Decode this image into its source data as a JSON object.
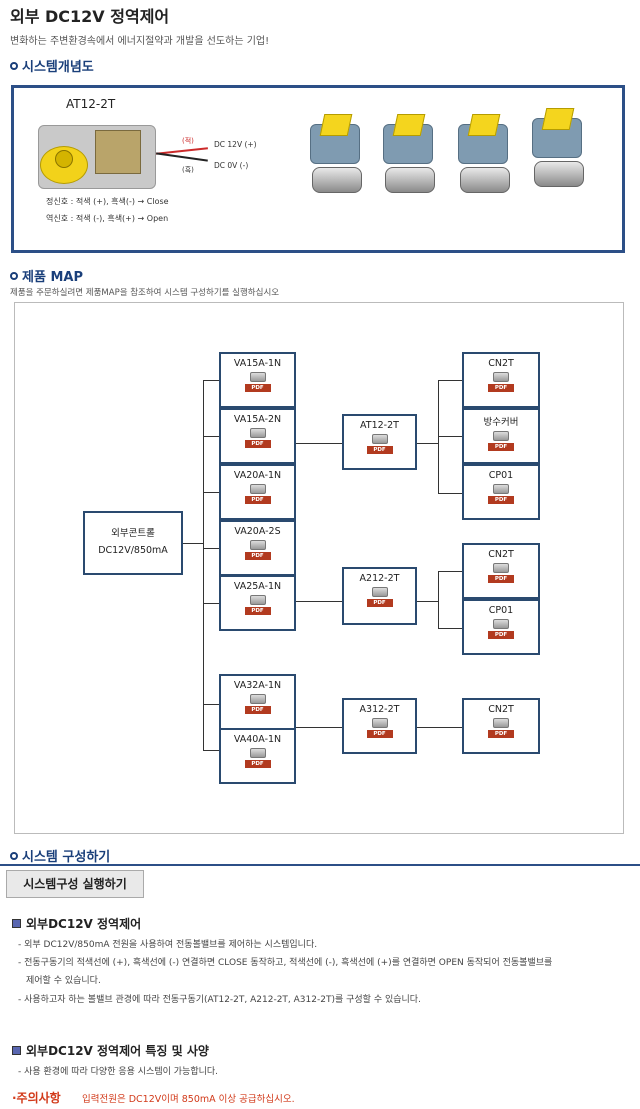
{
  "header": {
    "title": "외부 DC12V 정역제어",
    "subtitle": "변화하는 주변환경속에서 에너지절약과 개발을 선도하는 기업!"
  },
  "concept": {
    "heading": "시스템개념도",
    "model": "AT12-2T",
    "wire_red_label": "(적)",
    "wire_black_label": "(흑)",
    "dc_plus": "DC 12V (+)",
    "dc_minus": "DC 0V  (-)",
    "forward_signal": "정신호 : 적색 (+), 흑색(-)  → Close",
    "reverse_signal": "역신호 : 적색 (-), 흑색(+)  → Open"
  },
  "map": {
    "heading": "제품 MAP",
    "description": "제품을 주문하실려면 제품MAP을 참조하여 시스템 구성하기를 실행하십시오",
    "source": "외부콘트롤\nDC12V/850mA",
    "pdf_label": "PDF",
    "valves": [
      "VA15A-1N",
      "VA15A-2N",
      "VA20A-1N",
      "VA20A-2S",
      "VA25A-1N",
      "VA32A-1N",
      "VA40A-1N"
    ],
    "actuators": [
      "AT12-2T",
      "A212-2T",
      "A312-2T"
    ],
    "accessories_group1": [
      "CN2T",
      "방수커버",
      "CP01"
    ],
    "accessories_group2": [
      "CN2T",
      "CP01"
    ],
    "accessories_group3": [
      "CN2T"
    ]
  },
  "system": {
    "heading": "시스템 구성하기",
    "run_button": "시스템구성 실행하기",
    "section1_title": "외부DC12V 정역제어",
    "section1_items": [
      "- 외부 DC12V/850mA 전원을 사용하여 전동볼밸브를 제어하는 시스템입니다.",
      "- 전동구동기의 적색선에 (+), 흑색선에 (-) 연결하면 CLOSE 동작하고, 적색선에 (-), 흑색선에 (+)를 연결하면 OPEN 동작되어 전동볼밸브를",
      "제어할 수 있습니다.",
      "- 사용하고자 하는 볼밸브 관경에 따라 전동구동기(AT12-2T, A212-2T, A312-2T)를 구성할 수 있습니다."
    ],
    "section2_title": "외부DC12V 정역제어 특징 및 사양",
    "section2_items": [
      "- 사용 환경에 따라 다양한 응용 시스템이 가능합니다."
    ],
    "warning_label": "·주의사항",
    "warning_text": "입력전원은 DC12V이며 850mA 이상 공급하십시오."
  },
  "colors": {
    "accent": "#2c4f87",
    "warning": "#d23a1a",
    "pdf_badge": "#b23a1f"
  }
}
